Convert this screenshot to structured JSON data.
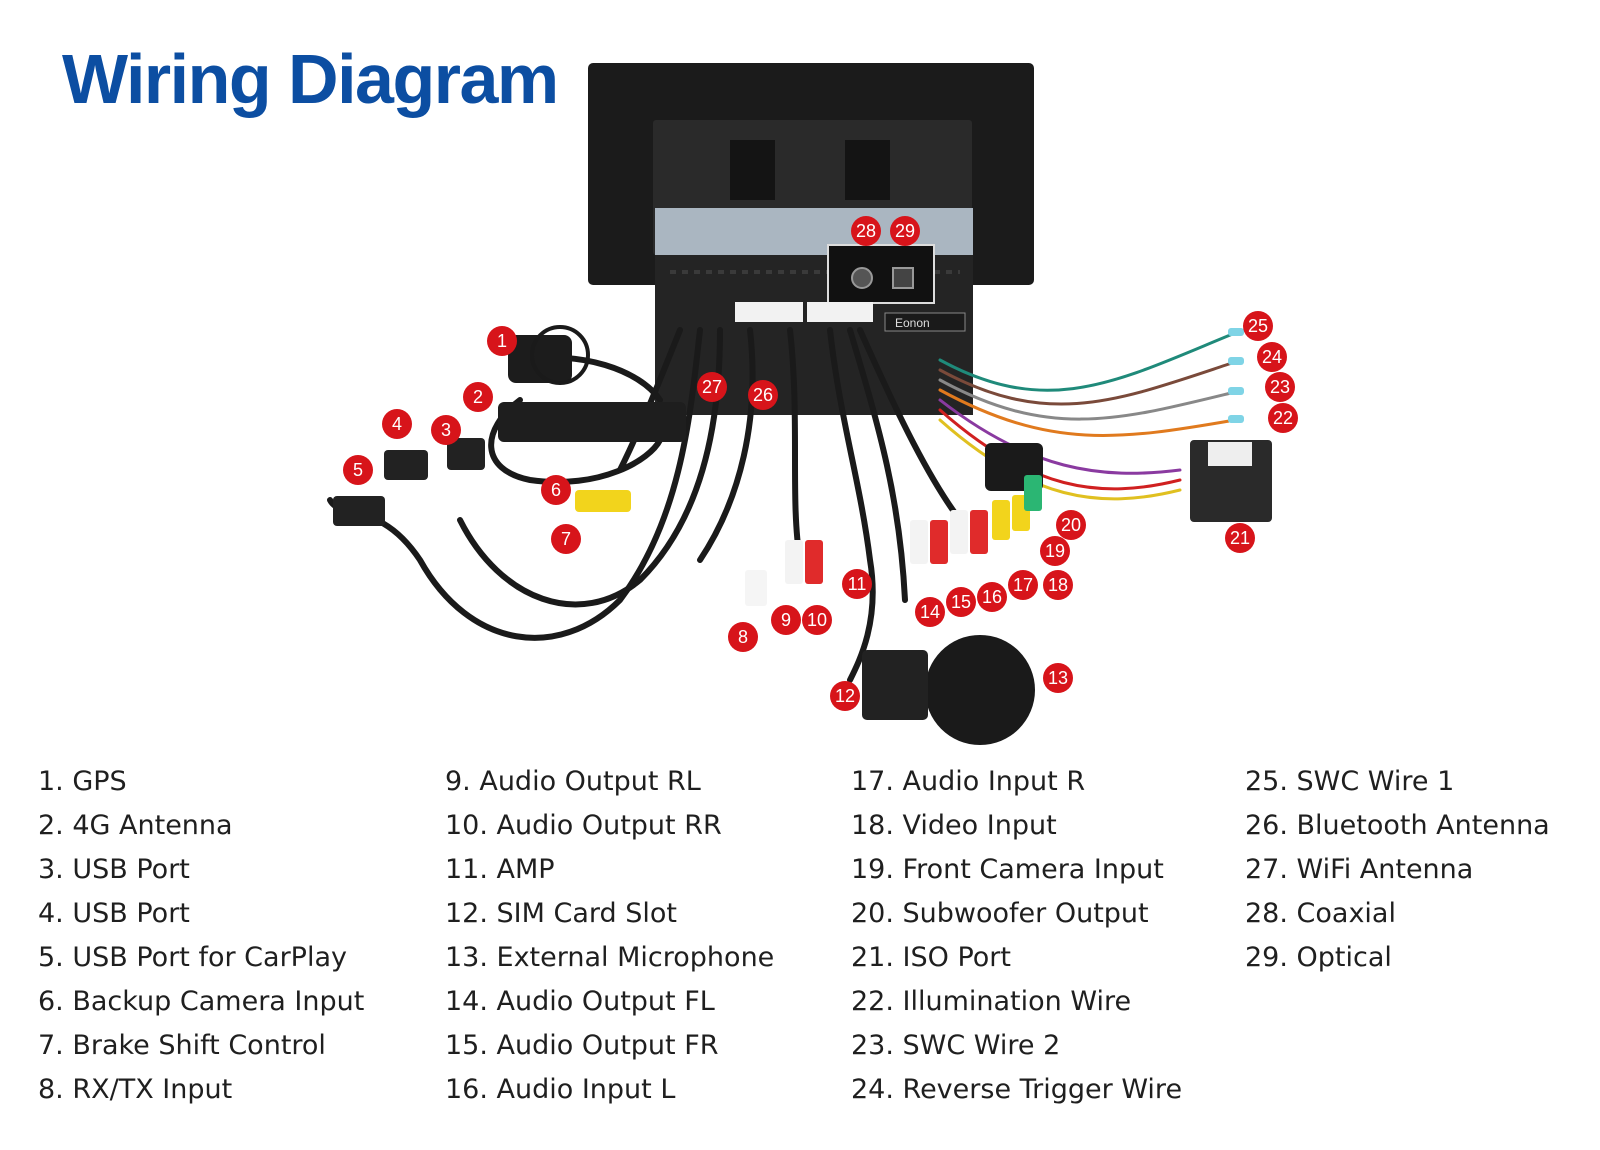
{
  "title": "Wiring Diagram",
  "brand_logo": "Eonon",
  "colors": {
    "title": "#0c4ea2",
    "badge": "#d7141a",
    "unit_body": "#1c1c1c",
    "cable": "#1a1a1a"
  },
  "badges": [
    "1",
    "2",
    "3",
    "4",
    "5",
    "6",
    "7",
    "8",
    "9",
    "10",
    "11",
    "12",
    "13",
    "14",
    "15",
    "16",
    "17",
    "18",
    "19",
    "20",
    "21",
    "22",
    "23",
    "24",
    "25",
    "26",
    "27",
    "28",
    "29"
  ],
  "legend": {
    "col1": [
      "1. GPS",
      "2. 4G Antenna",
      "3. USB Port",
      "4. USB Port",
      "5. USB Port for CarPlay",
      "6. Backup Camera Input",
      "7. Brake Shift Control",
      "8. RX/TX Input"
    ],
    "col2": [
      "9. Audio Output RL",
      "10. Audio Output RR",
      "11. AMP",
      "12. SIM Card Slot",
      "13. External Microphone",
      "14. Audio Output FL",
      "15. Audio Output FR",
      "16. Audio Input L"
    ],
    "col3": [
      "17. Audio Input R",
      "18. Video Input",
      "19. Front Camera Input",
      "20. Subwoofer Output",
      "21. ISO Port",
      "22. Illumination Wire",
      "23. SWC Wire 2",
      "24. Reverse Trigger Wire"
    ],
    "col4": [
      "25. SWC Wire 1",
      "26. Bluetooth Antenna",
      "27. WiFi Antenna",
      "28. Coaxial",
      "29. Optical"
    ]
  }
}
